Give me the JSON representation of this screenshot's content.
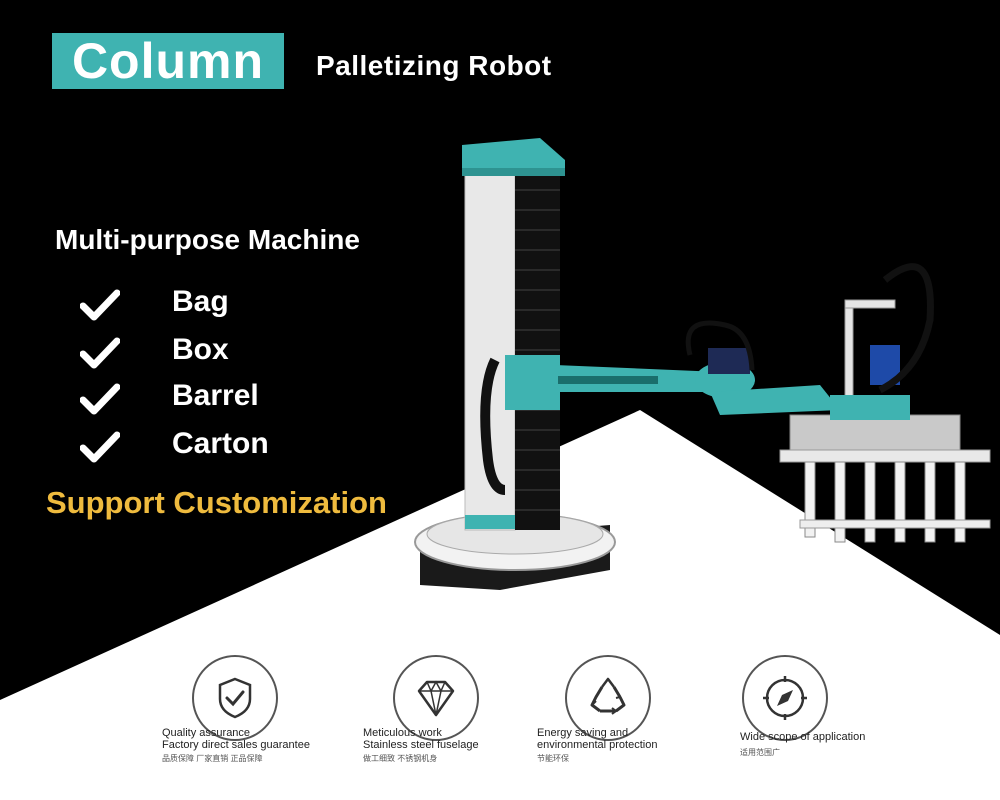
{
  "header": {
    "title": "Column",
    "subtitle": "Palletizing Robot"
  },
  "intro": {
    "heading": "Multi-purpose Machine",
    "items": [
      {
        "label": "Bag"
      },
      {
        "label": "Box"
      },
      {
        "label": "Barrel"
      },
      {
        "label": "Carton"
      }
    ],
    "customization": "Support Customization"
  },
  "features": [
    {
      "line1": "Quality assurance",
      "line2": "Factory direct sales guarantee",
      "cn": "品质保障 厂家直销 正品保障",
      "icon": "shield-check-icon"
    },
    {
      "line1": "Meticulous work",
      "line2": "Stainless steel fuselage",
      "cn": "做工细致 不锈钢机身",
      "icon": "diamond-icon"
    },
    {
      "line1": "Energy saving and",
      "line2": "environmental protection",
      "cn": "节能环保",
      "icon": "recycle-icon"
    },
    {
      "line1": "Wide scope of application",
      "line2": "",
      "cn": "适用范围广",
      "icon": "compass-icon"
    }
  ],
  "colors": {
    "accent": "#3fb3b1",
    "highlight": "#efbb3e",
    "background": "#000000"
  }
}
